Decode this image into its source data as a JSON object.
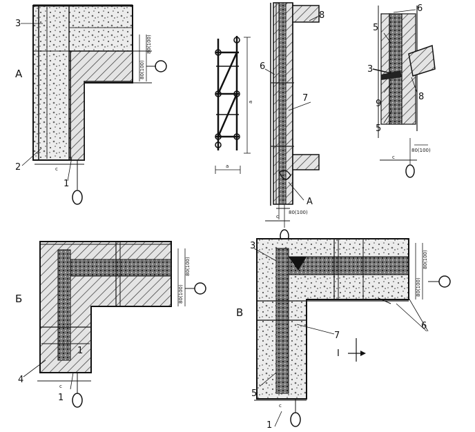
{
  "panels": {
    "A": {
      "title": "А",
      "callouts": [
        "3",
        "2",
        "1"
      ],
      "dims": [
        "80(100)",
        "80(100)"
      ],
      "axis_dim": "c"
    },
    "frame": {
      "dim_height": "a",
      "dim_width": "a"
    },
    "section_wall": {
      "callouts": [
        "8",
        "6",
        "7"
      ],
      "section_mark": "A",
      "dim_bottom": "80(100)",
      "axis_dim": "c"
    },
    "detail": {
      "callouts": [
        "6",
        "5",
        "3",
        "9",
        "8",
        "5"
      ],
      "dim": "80(100)",
      "axis_dim": "c"
    },
    "B": {
      "title": "Б",
      "callouts": [
        "4",
        "1",
        "1"
      ],
      "dims": [
        "80(100)",
        "80(100)"
      ],
      "axis_dim": "c"
    },
    "V": {
      "title": "В",
      "callouts": [
        "3",
        "7",
        "6",
        "5",
        "1"
      ],
      "dims": [
        "80(100)",
        "80(100)"
      ],
      "section_mark": "I",
      "axis_dim": "c"
    }
  }
}
